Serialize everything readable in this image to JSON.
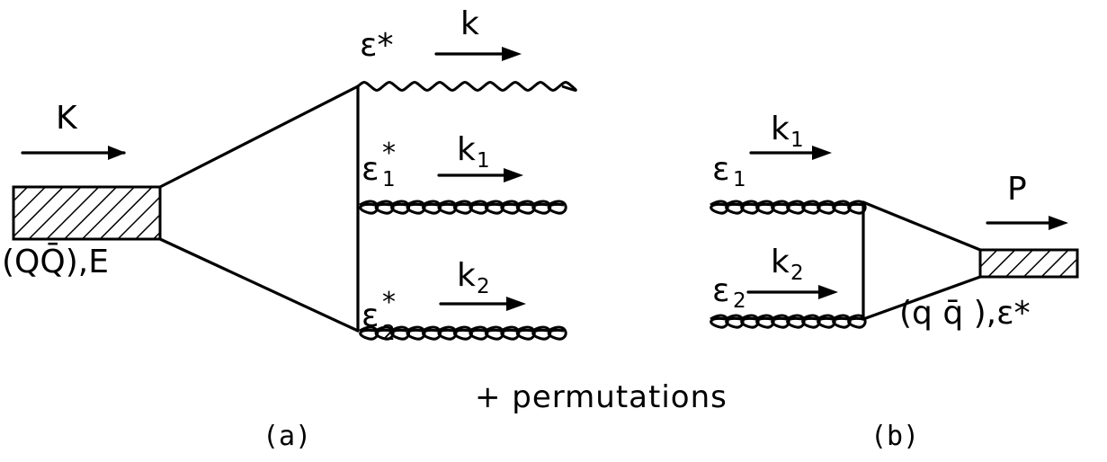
{
  "panel_a": {
    "incoming_momentum": "K",
    "incoming_state": "(QQ̄),E",
    "photon": {
      "polarization": "ε*",
      "momentum": "k"
    },
    "gluon1": {
      "polarization": "ε",
      "pol_sub": "1",
      "pol_sup": "*",
      "momentum": "k",
      "mom_sub": "1"
    },
    "gluon2": {
      "polarization": "ε",
      "pol_sub": "2",
      "pol_sup": "*",
      "momentum": "k",
      "mom_sub": "2"
    },
    "caption": "(a)"
  },
  "panel_b": {
    "gluon1": {
      "polarization": "ε",
      "pol_sub": "1",
      "momentum": "k",
      "mom_sub": "1"
    },
    "gluon2": {
      "polarization": "ε",
      "pol_sub": "2",
      "momentum": "k",
      "mom_sub": "2"
    },
    "outgoing_momentum": "P",
    "outgoing_state": "(q q̄ ),ε*",
    "caption": "(b)"
  },
  "footer_text": "+ permutations"
}
